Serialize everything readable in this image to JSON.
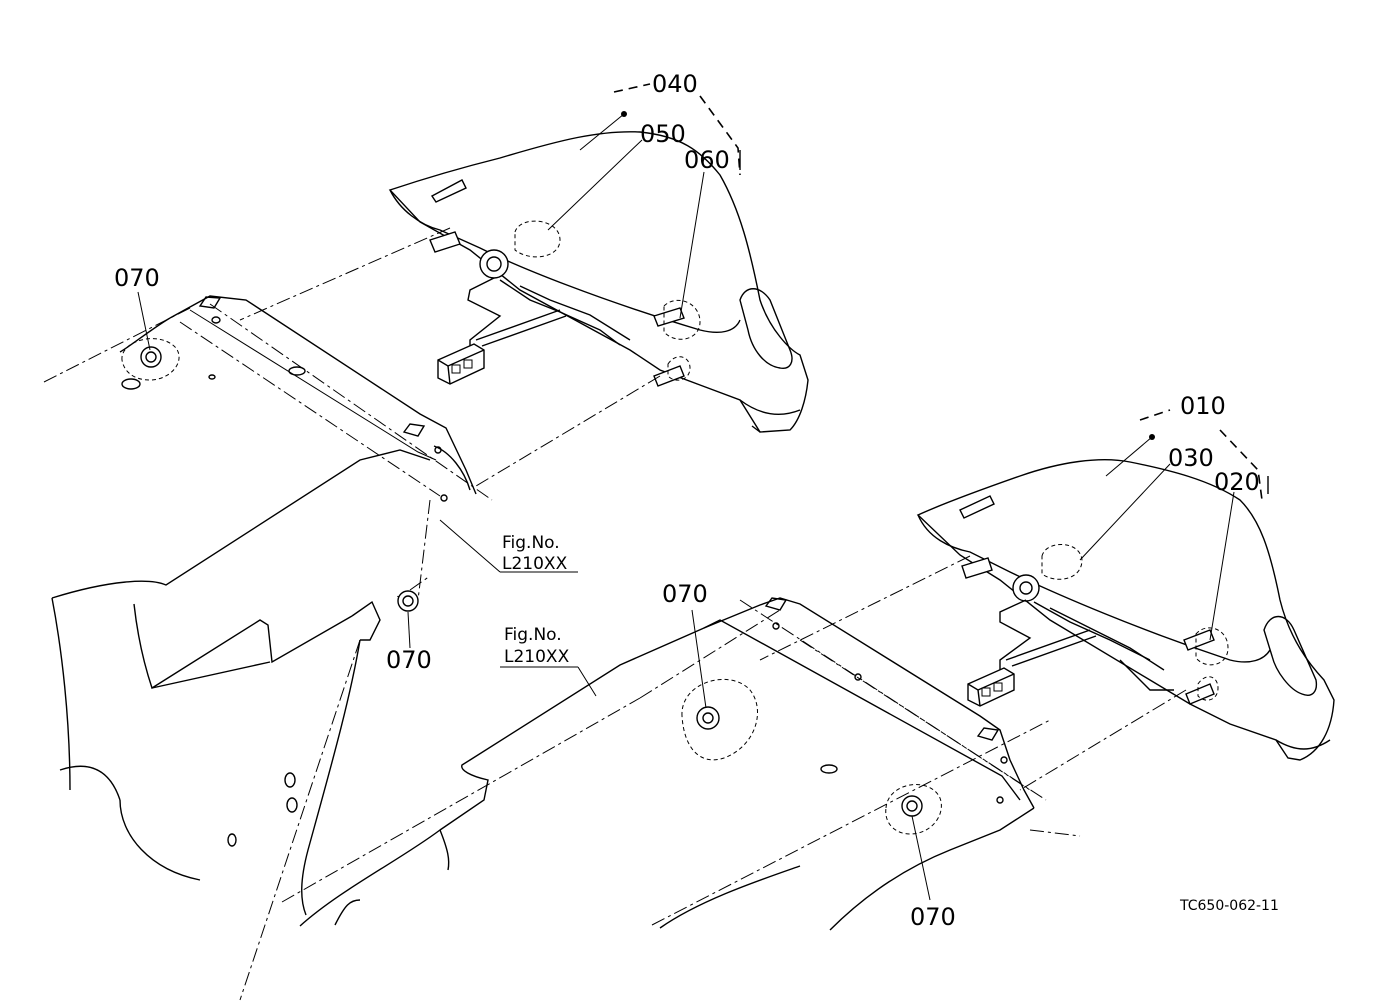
{
  "diagram": {
    "callouts": {
      "c040": "040",
      "c050": "050",
      "c060": "060",
      "c010": "010",
      "c030": "030",
      "c020": "020",
      "c070_a": "070",
      "c070_b": "070",
      "c070_c": "070",
      "c070_d": "070"
    },
    "figure_refs": {
      "left": {
        "label": "Fig.No.",
        "code": "L210XX"
      },
      "center": {
        "label": "Fig.No.",
        "code": "L210XX"
      }
    },
    "drawing_number": "TC650-062-11"
  }
}
